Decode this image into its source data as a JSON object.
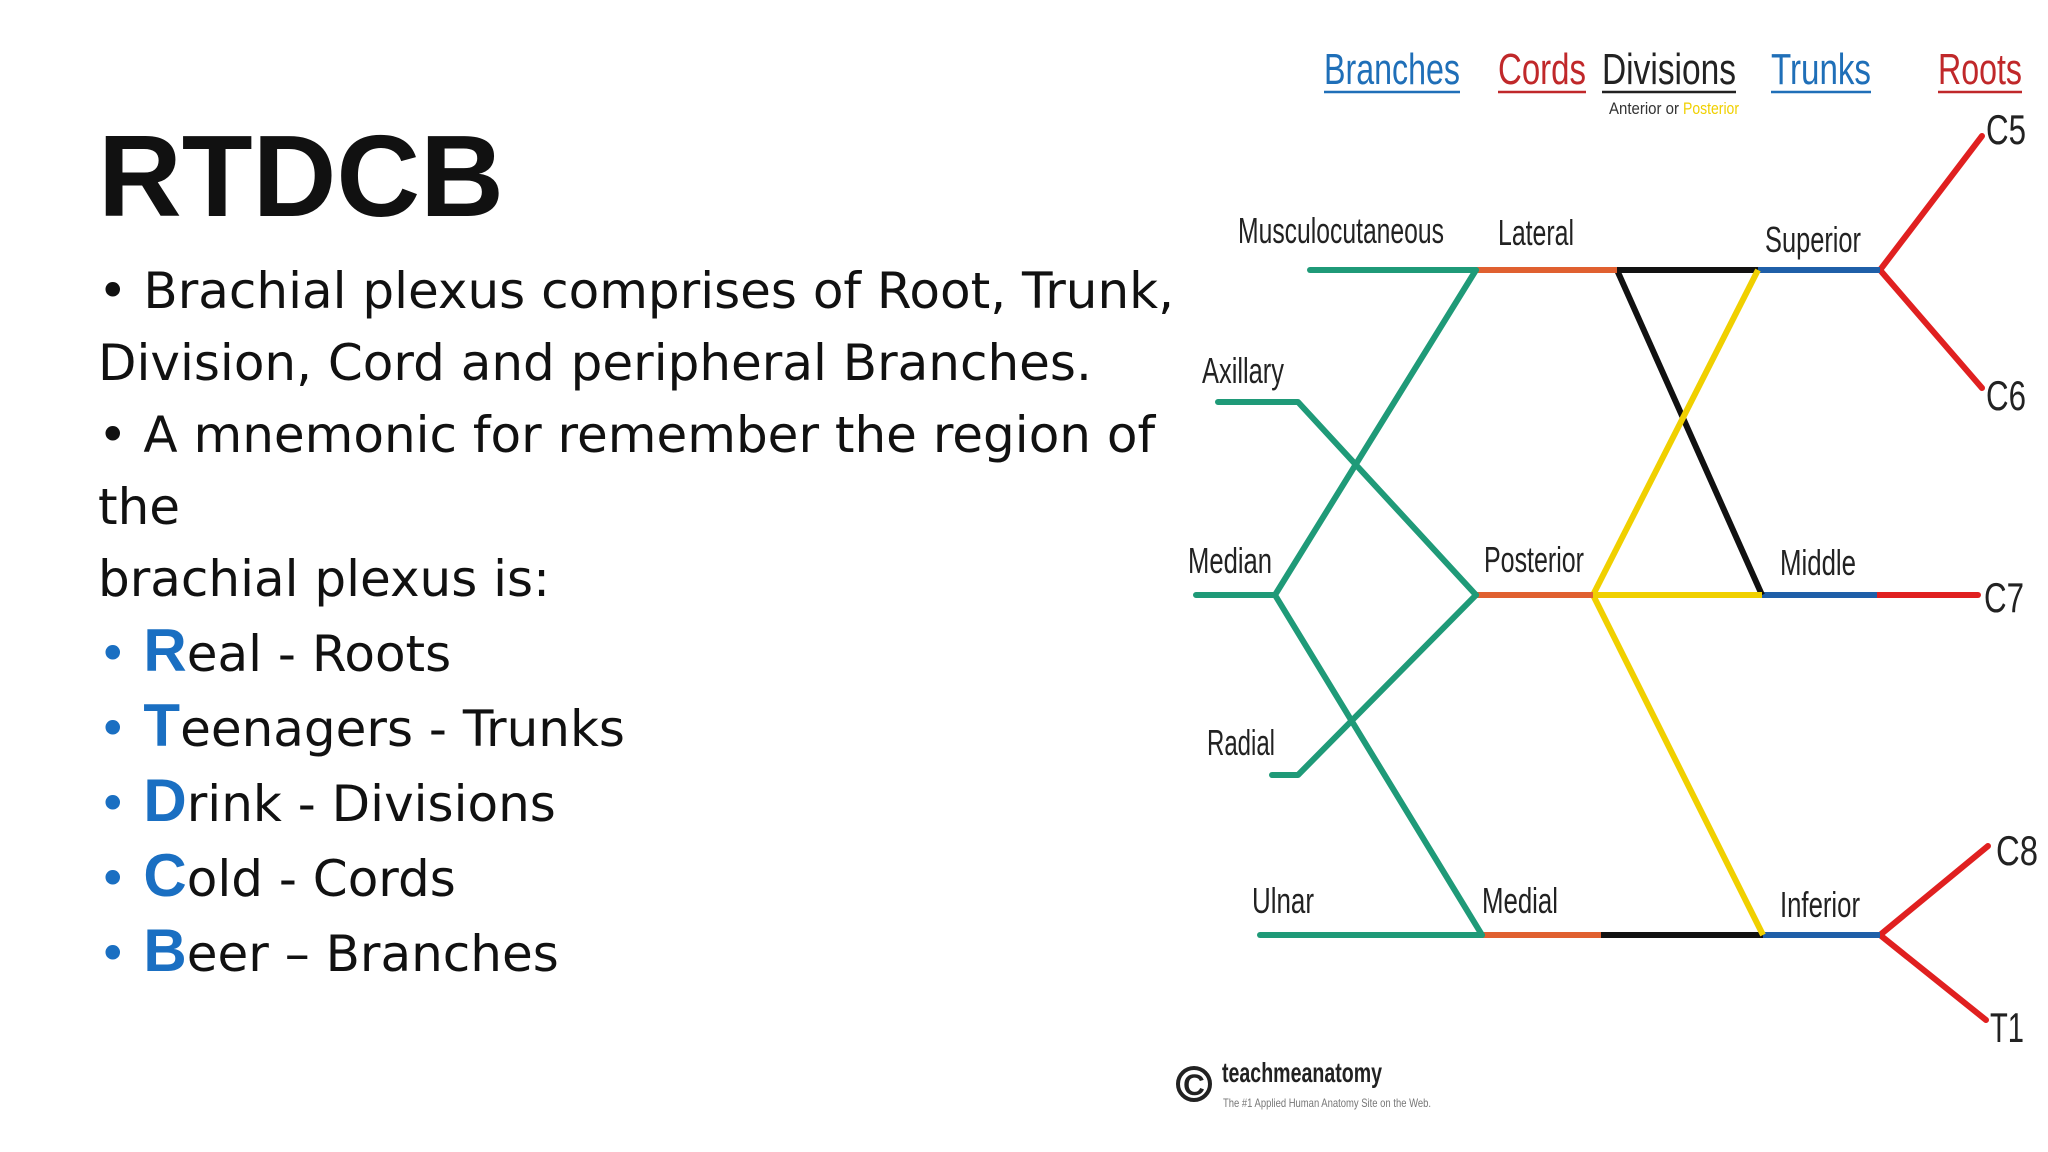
{
  "title": "RTDCB",
  "bullets": {
    "b1_line1": "• Brachial plexus comprises of Root, Trunk,",
    "b1_line2": "Division, Cord and peripheral Branches.",
    "b2_line1": "• A mnemonic for remember the region of",
    "b2_line2": "the",
    "b2_line3": "brachial plexus is:"
  },
  "mnemonic": [
    {
      "bullet": "•",
      "letter": "R",
      "rest": "eal - Roots"
    },
    {
      "bullet": "•",
      "letter": "T",
      "rest": "eenagers - Trunks"
    },
    {
      "bullet": "•",
      "letter": "D",
      "rest": "rink - Divisions"
    },
    {
      "bullet": "•",
      "letter": "C",
      "rest": "old - Cords"
    },
    {
      "bullet": "•",
      "letter": "B",
      "rest": "eer – Branches"
    }
  ],
  "diagram": {
    "headers": {
      "branches": "Branches",
      "cords": "Cords",
      "divisions": "Divisions",
      "trunks": "Trunks",
      "roots": "Roots",
      "divisions_sub_anterior": "Anterior or",
      "divisions_sub_posterior": "Posterior"
    },
    "branches": {
      "musculocutaneous": "Musculocutaneous",
      "axillary": "Axillary",
      "median": "Median",
      "radial": "Radial",
      "ulnar": "Ulnar"
    },
    "cords": {
      "lateral": "Lateral",
      "posterior": "Posterior",
      "medial": "Medial"
    },
    "trunks": {
      "superior": "Superior",
      "middle": "Middle",
      "inferior": "Inferior"
    },
    "roots": {
      "c5": "C5",
      "c6": "C6",
      "c7": "C7",
      "c8": "C8",
      "t1": "T1"
    },
    "colors": {
      "branches": "#1f9a78",
      "cords": "#e06030",
      "divisions_anterior": "#111111",
      "divisions_posterior": "#f0d000",
      "trunks": "#1f5fa8",
      "roots": "#e02020",
      "header_blue": "#1f6fb8",
      "header_red": "#c0282a"
    },
    "logo": {
      "symbol": "C",
      "name": "teachmeanatomy",
      "tagline": "The #1 Applied Human Anatomy Site on the Web."
    }
  }
}
